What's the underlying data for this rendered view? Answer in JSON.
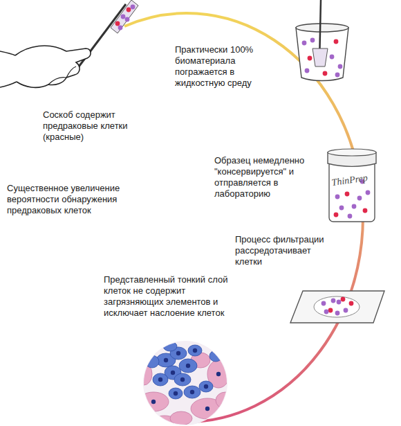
{
  "diagram": {
    "nodes": [
      {
        "text": [
          "ThinPrep"
        ]
      }
    ],
    "labels": [
      "Соскоб содержит предраковые клетки (красные)",
      "Практически 100% биоматериала погражается в жидкостную среду",
      "Образец немедленно \"консервируется\" и отправляется в лабораторию",
      "Процесс фильтрации рассредотачивает клетки",
      "Представленный тонкий слой клеток не содержит загрязняющих элементов и исключает наслоение клеток",
      "Существенное увеличение вероятности обнаружения предраковых клеток"
    ]
  }
}
